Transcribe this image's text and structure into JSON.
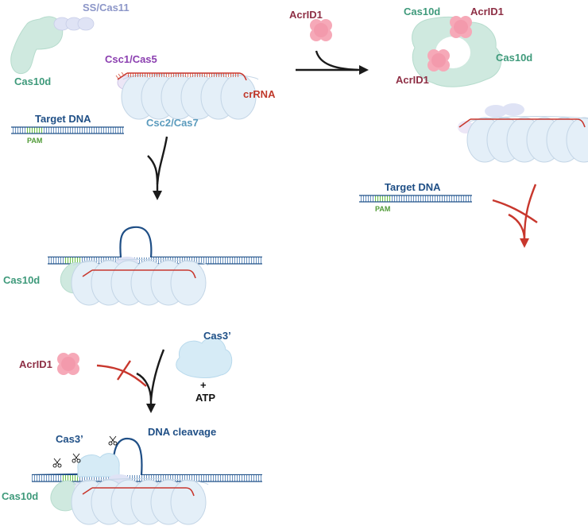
{
  "labels": {
    "ss_cas11": "SS/Cas11",
    "cas10d": "Cas10d",
    "csc1_cas5": "Csc1/Cas5",
    "crrna": "crRNA",
    "csc2_cas7": "Csc2/Cas7",
    "target_dna": "Target DNA",
    "pam": "PAM",
    "acrid1": "AcrID1",
    "cas3": "Cas3’",
    "plus": "+",
    "atp": "ATP",
    "dna_cleavage": "DNA cleavage"
  },
  "colors": {
    "cas10d": "#cfe9df",
    "cas7": "#e4eff8",
    "cas5": "#ece6f6",
    "cas11": "#dfe3f5",
    "crrna": "#c8372d",
    "dna": "#1f4f86",
    "pam": "#6cc04a",
    "acrid1": "#f6a9b8",
    "cas3": "#d6ebf6",
    "block": "#c8372d"
  }
}
